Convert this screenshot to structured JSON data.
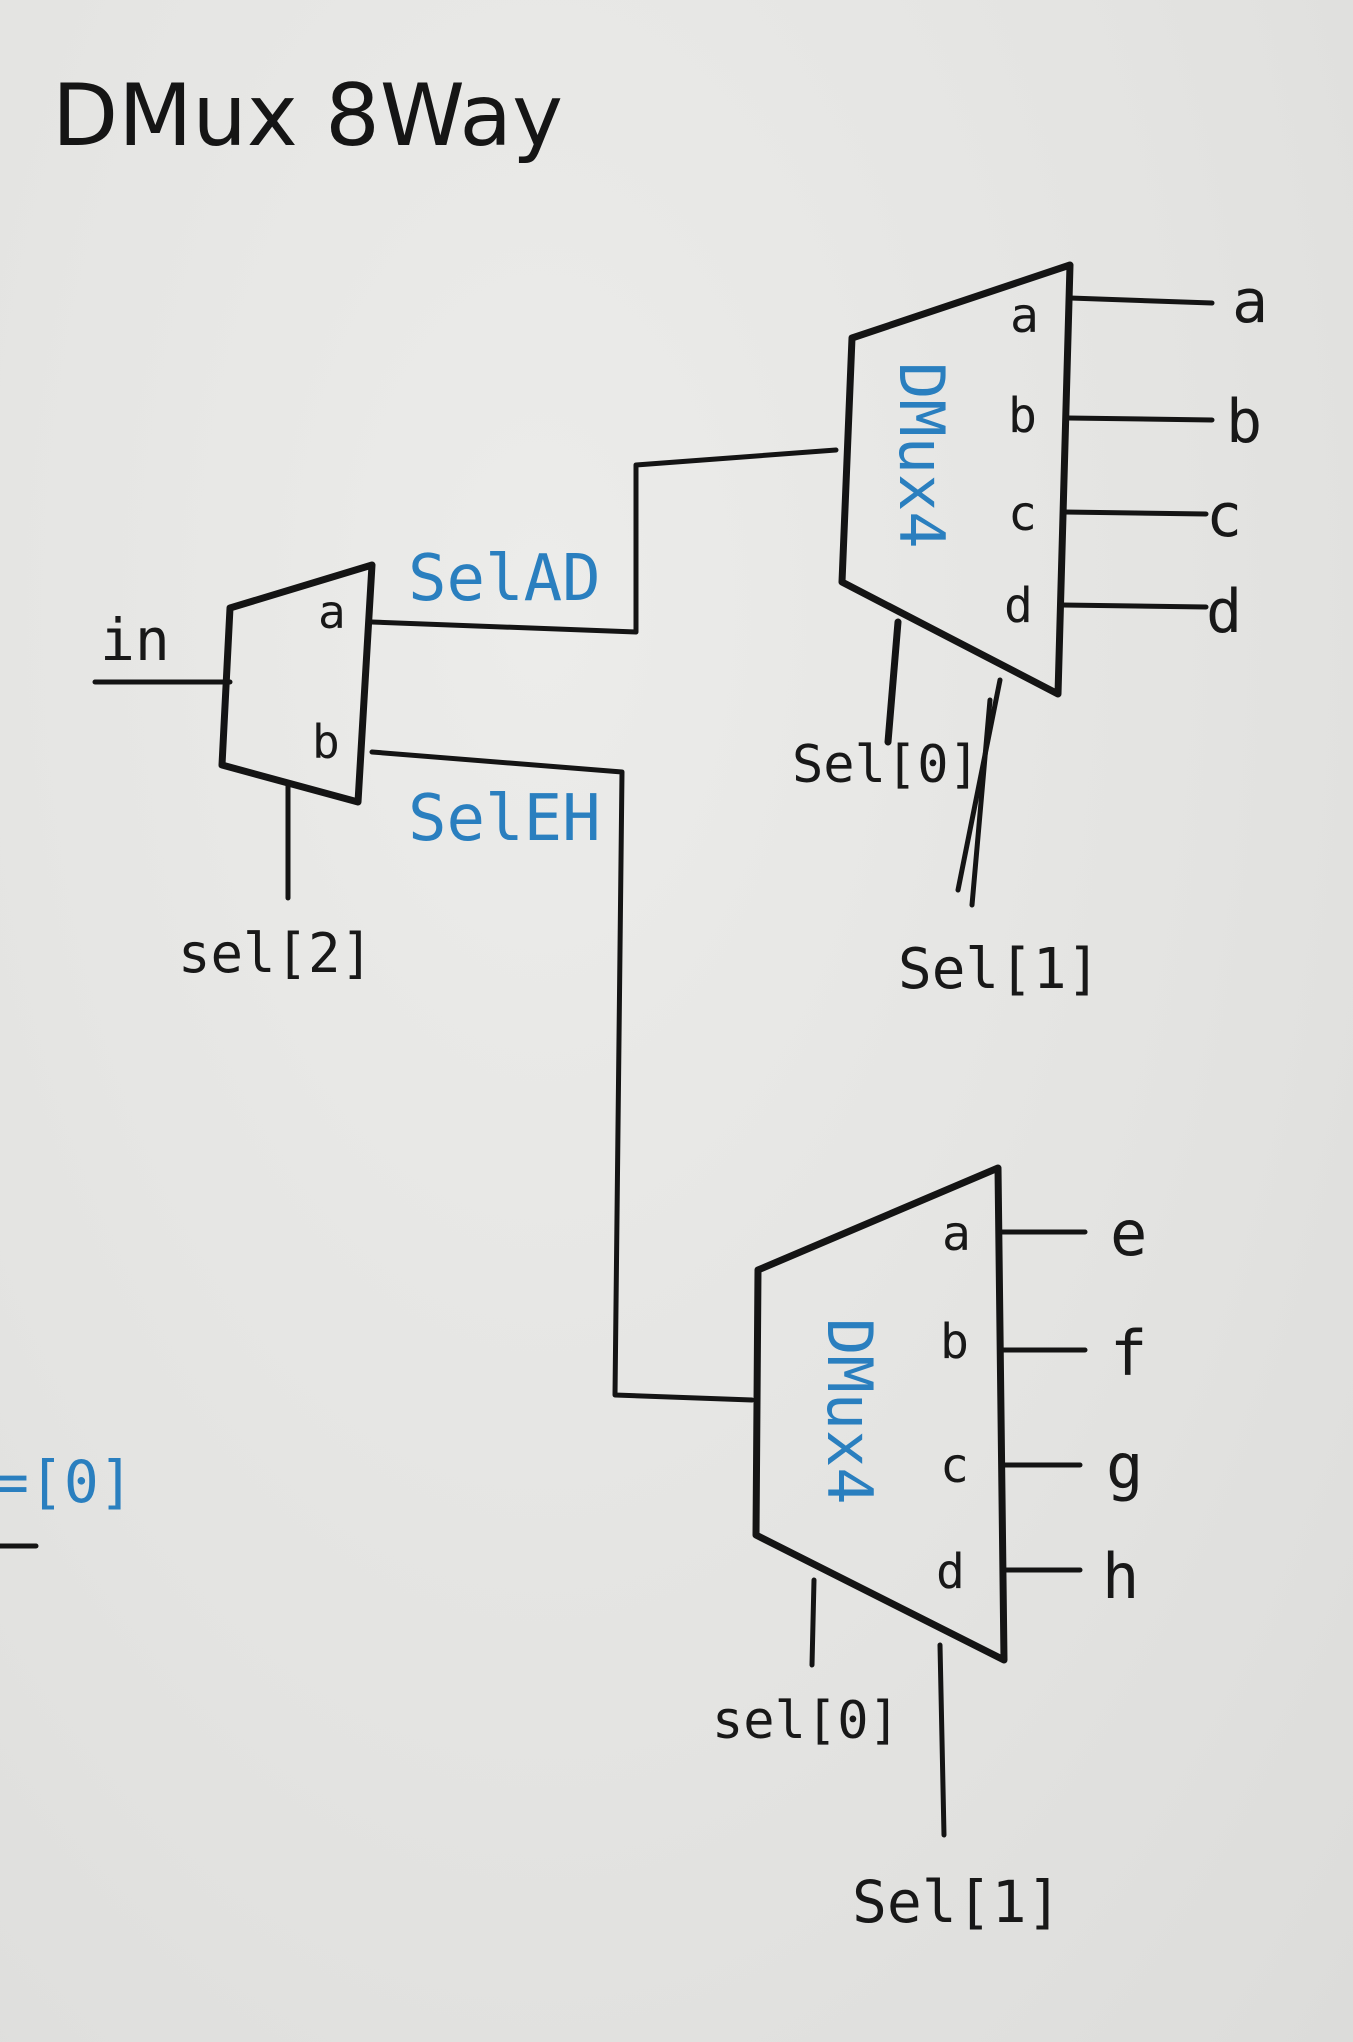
{
  "title": "DMux 8Way",
  "input": {
    "label": "in"
  },
  "dmux2": {
    "ports": [
      "a",
      "b"
    ],
    "select": "sel[2]"
  },
  "wires": {
    "upper": "SelAD",
    "lower": "SelEH"
  },
  "dmux4_top": {
    "name": "DMux4",
    "ports": [
      "a",
      "b",
      "c",
      "d"
    ],
    "outputs": [
      "a",
      "b",
      "c",
      "d"
    ],
    "select0": "Sel[0]",
    "select1": "Sel[1]"
  },
  "dmux4_bottom": {
    "name": "DMux4",
    "ports": [
      "a",
      "b",
      "c",
      "d"
    ],
    "outputs": [
      "e",
      "f",
      "g",
      "h"
    ],
    "select0": "sel[0]",
    "select1": "Sel[1]"
  },
  "margin_fragment": "=[0]",
  "colors": {
    "ink": "#141414",
    "blue_ink": "#2a7fbf",
    "paper": "#e6e6e4"
  }
}
